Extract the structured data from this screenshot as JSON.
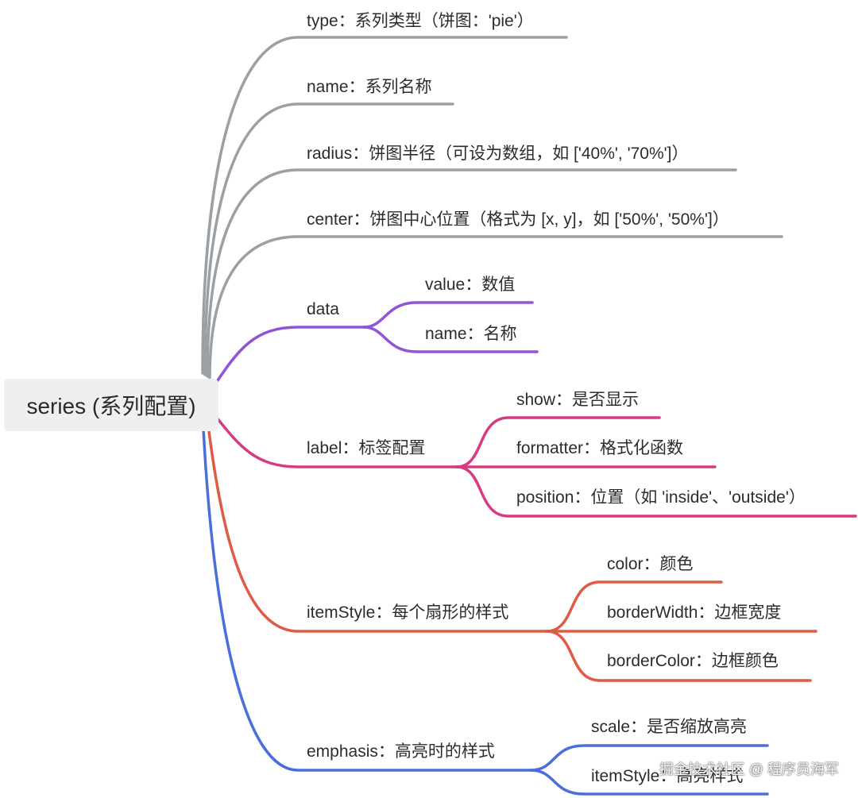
{
  "root": {
    "label": "series (系列配置)"
  },
  "colors": {
    "gray": "#9aa0a3",
    "purple": "#8e55d6",
    "magenta": "#d63a82",
    "orange": "#de5b45",
    "blue": "#4a6fd8"
  },
  "nodes": {
    "type": "type：系列类型（饼图：'pie'）",
    "name": "name：系列名称",
    "radius": "radius：饼图半径（可设为数组，如 ['40%', '70%']）",
    "center": "center：饼图中心位置（格式为 [x, y]，如 ['50%', '50%']）",
    "data": {
      "label": "data",
      "children": {
        "value": "value：数值",
        "name": "name：名称"
      }
    },
    "label": {
      "label": "label：标签配置",
      "children": {
        "show": "show：是否显示",
        "formatter": "formatter：格式化函数",
        "position": "position：位置（如 'inside'、'outside'）"
      }
    },
    "itemStyle": {
      "label": "itemStyle：每个扇形的样式",
      "children": {
        "color": "color：颜色",
        "borderWidth": "borderWidth：边框宽度",
        "borderColor": "borderColor：边框颜色"
      }
    },
    "emphasis": {
      "label": "emphasis：高亮时的样式",
      "children": {
        "scale": "scale：是否缩放高亮",
        "itemStyle": "itemStyle：高亮样式"
      }
    }
  },
  "watermark": "掘金技术社区 @ 程序员海军"
}
